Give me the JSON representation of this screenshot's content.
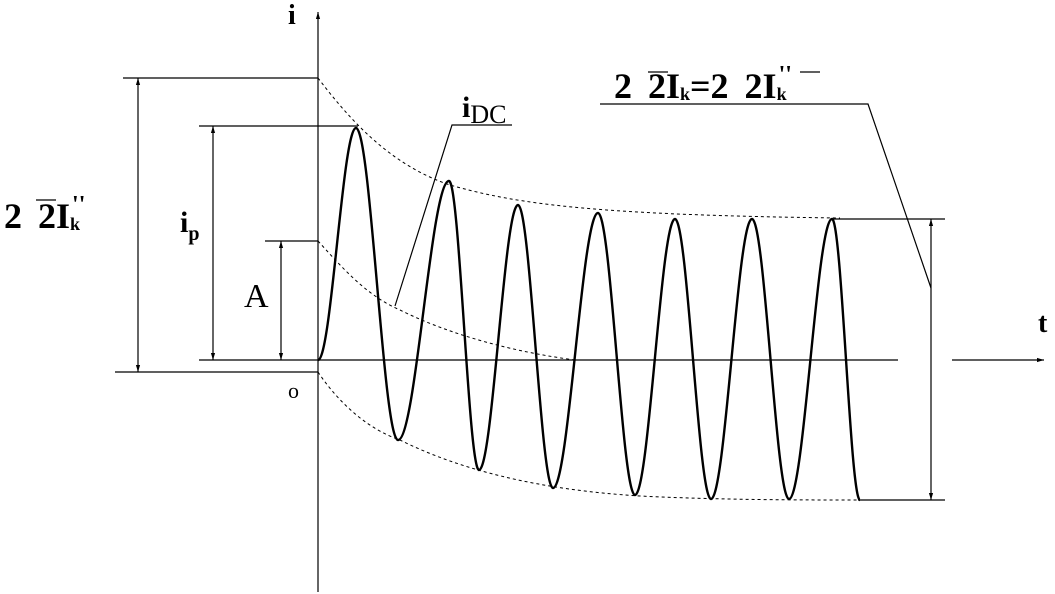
{
  "labels": {
    "i_axis": "i",
    "t_axis": "t",
    "origin": "o",
    "idc_main": "i",
    "idc_sub": "DC",
    "ip_main": "i",
    "ip_sub": "p",
    "a": "A",
    "left_two": "2",
    "left_root": "2",
    "left_i": "I",
    "left_sub": "k",
    "left_prime": "''",
    "right_two1": "2",
    "right_root1": "2",
    "right_i1": "I",
    "right_sub1": "k",
    "right_eq": "=",
    "right_two2": "2",
    "right_root2": "2",
    "right_i2": "I",
    "right_sub2": "k",
    "right_prime2": "''"
  }
}
